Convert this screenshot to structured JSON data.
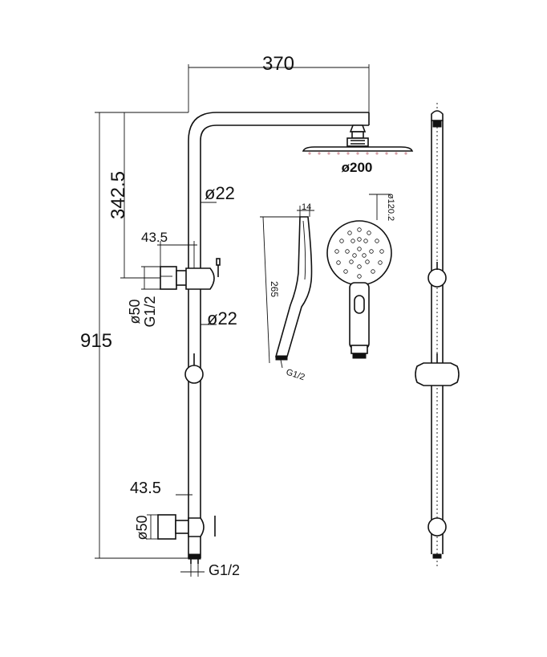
{
  "dimensions": {
    "arm_length": "370",
    "top_height": "342.5",
    "total_height": "915",
    "pipe_diameter_upper": "ø22",
    "pipe_diameter_lower": "ø22",
    "upper_offset": "43.5",
    "lower_offset": "43.5",
    "upper_flange": "ø50",
    "upper_thread": "G1/2",
    "lower_flange": "ø50",
    "lower_thread": "G1/2",
    "head_diameter": "ø200",
    "handheld_thickness": "14",
    "handheld_length": "265",
    "handheld_thread": "G1/2",
    "handheld_face": "ø120.2"
  },
  "colors": {
    "line": "#111111",
    "nozzle_accent": "#d8a0a8"
  }
}
